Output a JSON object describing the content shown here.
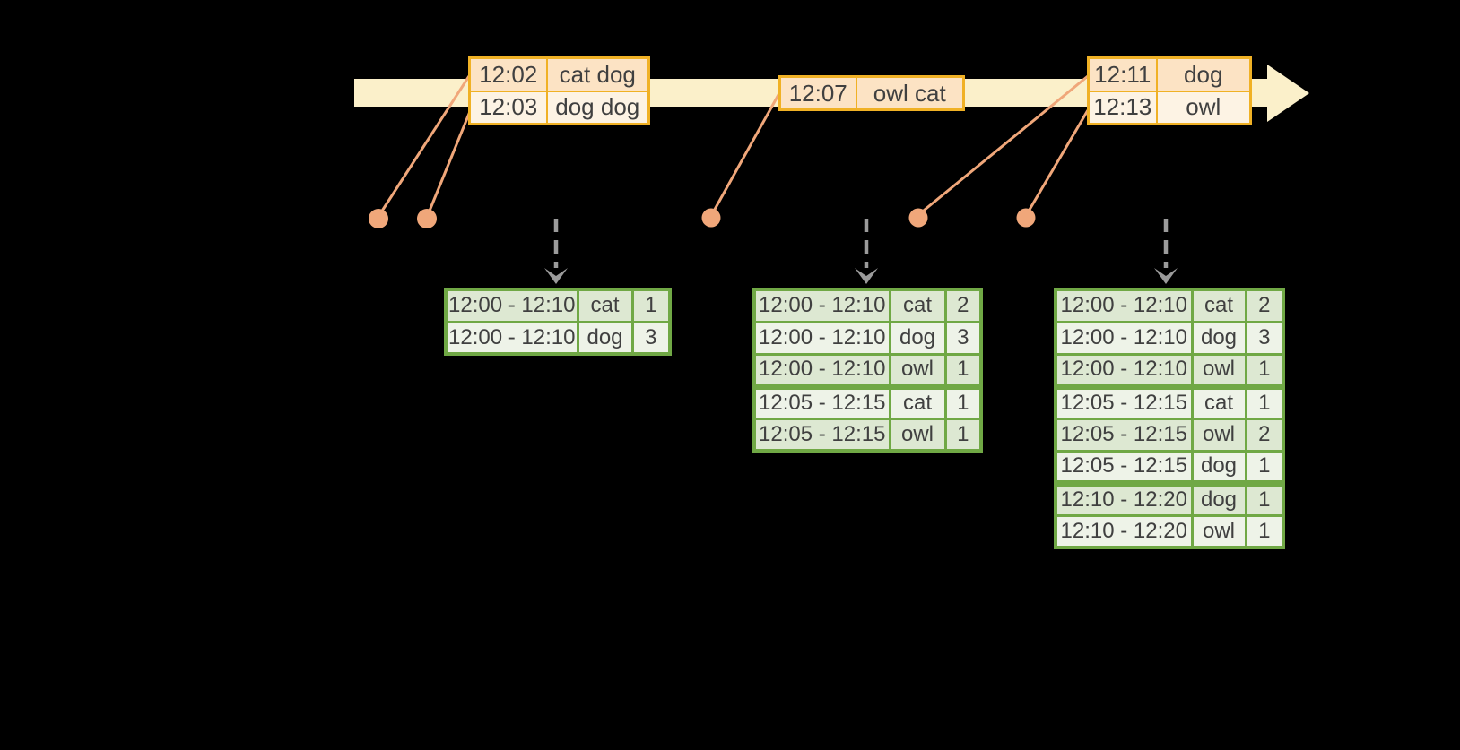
{
  "timeline": {
    "event_tables": [
      {
        "rows": [
          {
            "time": "12:02",
            "words": "cat dog"
          },
          {
            "time": "12:03",
            "words": "dog dog"
          }
        ]
      },
      {
        "rows": [
          {
            "time": "12:07",
            "words": "owl cat"
          }
        ]
      },
      {
        "rows": [
          {
            "time": "12:11",
            "words": "dog"
          },
          {
            "time": "12:13",
            "words": "owl"
          }
        ]
      }
    ]
  },
  "result_tables": [
    {
      "rows": [
        {
          "window": "12:00 - 12:10",
          "word": "cat",
          "count": "1"
        },
        {
          "window": "12:00 - 12:10",
          "word": "dog",
          "count": "3"
        }
      ]
    },
    {
      "rows": [
        {
          "window": "12:00 - 12:10",
          "word": "cat",
          "count": "2"
        },
        {
          "window": "12:00 - 12:10",
          "word": "dog",
          "count": "3"
        },
        {
          "window": "12:00 - 12:10",
          "word": "owl",
          "count": "1"
        },
        {
          "window": "12:05 - 12:15",
          "word": "cat",
          "count": "1"
        },
        {
          "window": "12:05 - 12:15",
          "word": "owl",
          "count": "1"
        }
      ]
    },
    {
      "rows": [
        {
          "window": "12:00 - 12:10",
          "word": "cat",
          "count": "2"
        },
        {
          "window": "12:00 - 12:10",
          "word": "dog",
          "count": "3"
        },
        {
          "window": "12:00 - 12:10",
          "word": "owl",
          "count": "1"
        },
        {
          "window": "12:05 - 12:15",
          "word": "cat",
          "count": "1"
        },
        {
          "window": "12:05 - 12:15",
          "word": "owl",
          "count": "2"
        },
        {
          "window": "12:05 - 12:15",
          "word": "dog",
          "count": "1"
        },
        {
          "window": "12:10 - 12:20",
          "word": "dog",
          "count": "1"
        },
        {
          "window": "12:10 - 12:20",
          "word": "owl",
          "count": "1"
        }
      ]
    }
  ],
  "icons": {
    "timeline_arrow": "right-arrow-band",
    "event_dot": "filled-circle-marker",
    "trigger_arrow": "dashed-down-arrow"
  },
  "colors": {
    "background": "#000000",
    "timeline_band": "#fbf0ca",
    "event_border": "#f0b125",
    "event_row_dark": "#fce3c4",
    "event_row_light": "#fdf3e4",
    "result_border": "#70a845",
    "result_row_dark": "#dde8d2",
    "result_row_light": "#eef3e8",
    "connector": "#f0a77a",
    "trigger_arrow": "#9b9b9b",
    "text": "#404040"
  }
}
